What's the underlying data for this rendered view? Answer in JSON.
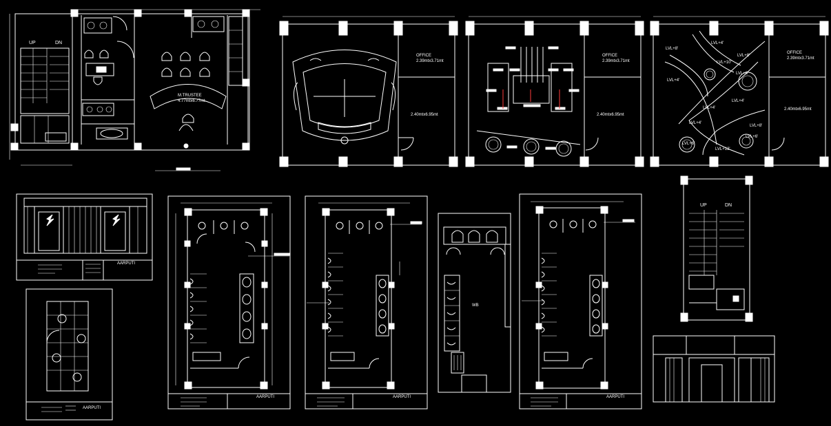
{
  "theme": {
    "background": "#000000",
    "line": "#ffffff",
    "accent_red": "#ff3b3b",
    "accent_yellow": "#ffd700",
    "accent_grey": "#9a9a9a"
  },
  "plan1": {
    "label_up": "UP",
    "label_dn": "DN",
    "room_label": "M.TRUSTEE",
    "room_size": "4.77mtx6.77mt"
  },
  "plan2": {
    "office_label": "OFFICE",
    "office_size": "2.39mtx3.71mt",
    "room_size": "2.40mtx6.95mt"
  },
  "plan3": {
    "office_label": "OFFICE",
    "office_size": "2.39mtx3.71mt",
    "room_size": "2.40mtx6.95mt"
  },
  "plan4": {
    "office_label": "OFFICE",
    "office_size": "2.39mtx3.71mt",
    "room_size": "2.40mtx6.95mt",
    "levels": [
      "LVL+8'",
      "LVL+4'",
      "LVL+8'",
      "LVL+10'",
      "LVL+4'",
      "LVL+8'",
      "LVL+4'",
      "LVL+4'",
      "LVL+8'",
      "LVL+4'",
      "LVL+6'",
      "LVL+12'",
      "LVL+6'"
    ]
  },
  "title_blocks": {
    "firm": "AARPUTI"
  },
  "washroom": {
    "label": "WB"
  },
  "stair2": {
    "label_up": "UP",
    "label_dn": "DN"
  }
}
